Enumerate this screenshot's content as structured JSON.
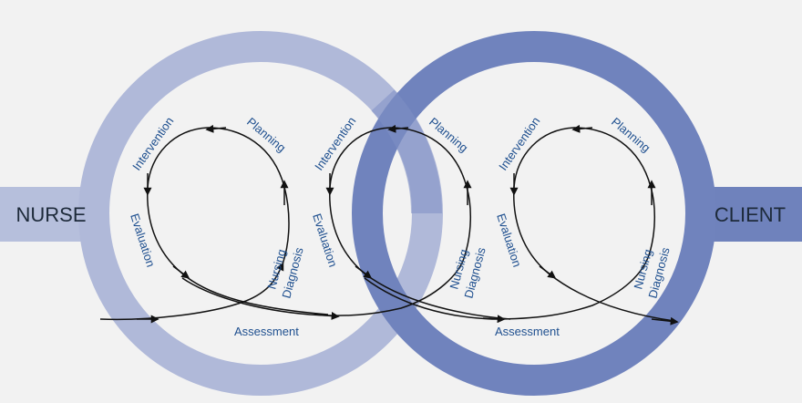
{
  "diagram": {
    "left_label": "NURSE",
    "right_label": "CLIENT",
    "stage_labels": {
      "intervention": "Intervention",
      "planning": "Planning",
      "evaluation": "Evaluation",
      "nursing_diagnosis_line1": "Nursing",
      "nursing_diagnosis_line2": "Diagnosis",
      "assessment": "Assessment"
    },
    "colors": {
      "background": "#f2f2f2",
      "nurse_ring": "#b0b9d9",
      "client_ring": "#7083bd",
      "nurse_tab": "#b6bfdc",
      "client_tab": "#6f82bc",
      "label_text": "#1e4f8f",
      "arrow": "#111111"
    }
  }
}
